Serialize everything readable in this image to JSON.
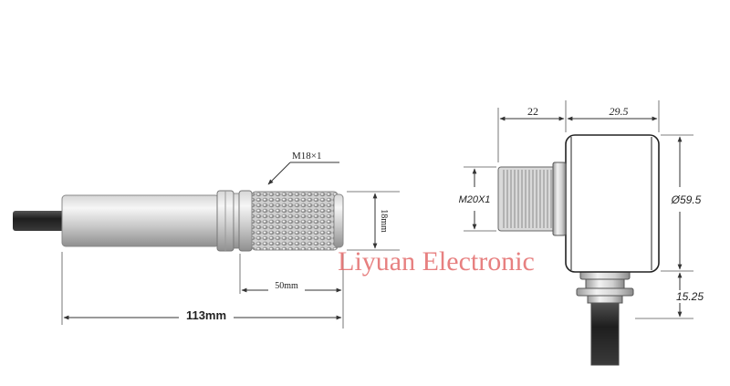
{
  "left_sensor": {
    "thread_label": "M18×1",
    "diameter_label": "18mm",
    "thread_length_label": "50mm",
    "total_length_label": "113mm"
  },
  "right_sensor": {
    "front_depth_label": "22",
    "body_depth_label": "29.5",
    "thread_label": "M20X1",
    "diameter_label": "Ø59.5",
    "gland_label": "15.25"
  },
  "watermark": "Liyuan Electronic",
  "colors": {
    "line": "#333333",
    "metal_light": "#eeeeee",
    "metal_dark": "#9a9a9a",
    "cable": "#2b2b2b",
    "watermark": "#e36a6a"
  }
}
